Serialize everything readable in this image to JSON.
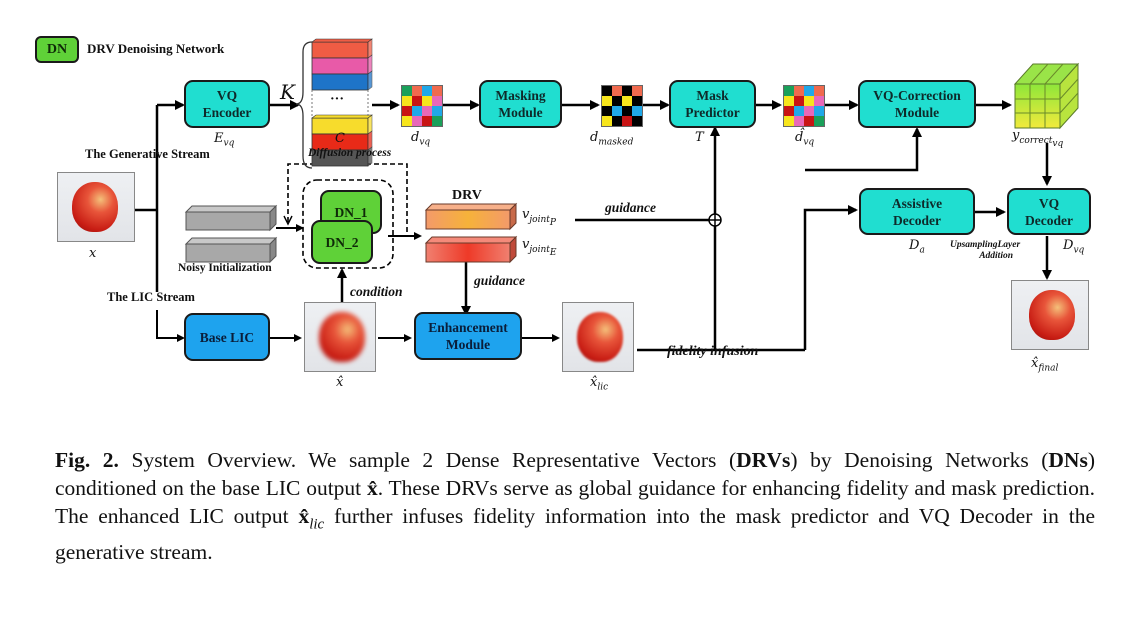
{
  "legend": {
    "badge": "DN",
    "text": "DRV Denoising Network"
  },
  "streams": {
    "generative": "The Generative Stream",
    "lic": "The LIC Stream"
  },
  "blocks": {
    "vq_encoder": {
      "line1": "VQ",
      "line2": "Encoder",
      "symbol": "E",
      "sub": "vq"
    },
    "masking_module": {
      "line1": "Masking",
      "line2": "Module"
    },
    "mask_predictor": {
      "line1": "Mask",
      "line2": "Predictor",
      "symbol": "T"
    },
    "vq_correction": {
      "line1": "VQ-Correction",
      "line2": "Module"
    },
    "assistive_decoder": {
      "line1": "Assistive",
      "line2": "Decoder",
      "symbol": "D",
      "sub": "a"
    },
    "vq_decoder": {
      "line1": "VQ",
      "line2": "Decoder",
      "symbol": "D",
      "sub": "vq"
    },
    "base_lic": {
      "label": "Base LIC"
    },
    "enhancement": {
      "line1": "Enhancement",
      "line2": "Module"
    },
    "dn1": "DN_1",
    "dn2": "DN_2"
  },
  "labels": {
    "K": "K",
    "codebook": "C",
    "codebook_dots": "···",
    "diffusion": "Diffusion process",
    "noisy_init": "Noisy Initialization",
    "drv": "DRV",
    "v_joint": "v",
    "v_joint_sub": "joint",
    "v_P": "P",
    "v_E": "E",
    "guidance_top": "guidance",
    "guidance_down": "guidance",
    "condition": "condition",
    "fidelity": "fidelity infusion",
    "upsampling_1": "UpsamplingLayer",
    "upsampling_2": "Addition",
    "d_vq": "d",
    "d_vq_sub": "vq",
    "d_masked": "d",
    "d_masked_sub": "masked",
    "d_hat": "d̂",
    "d_hat_sub": "vq",
    "y_correct": "y",
    "y_correct_sub": "correct",
    "y_correct_subsub": "vq",
    "x": "x",
    "x_hat": "x̂",
    "x_lic": "x̂",
    "x_lic_sub": "lic",
    "x_final": "x̂",
    "x_final_sub": "final"
  },
  "token_grids": {
    "d_vq": [
      "#1aa05a",
      "#f06a4e",
      "#20a8e8",
      "#f06a4e",
      "#f7e51c",
      "#c81414",
      "#f7e51c",
      "#e868b8",
      "#c81414",
      "#20a8e8",
      "#e868b8",
      "#20a8e8",
      "#f7e51c",
      "#e868b8",
      "#c81414",
      "#1aa05a"
    ],
    "d_masked": [
      "#000000",
      "#f06a4e",
      "#000000",
      "#f06a4e",
      "#f7e51c",
      "#000000",
      "#f7e51c",
      "#000000",
      "#000000",
      "#20a8e8",
      "#000000",
      "#20a8e8",
      "#f7e51c",
      "#000000",
      "#c81414",
      "#000000"
    ],
    "d_hat": [
      "#1aa05a",
      "#f06a4e",
      "#20a8e8",
      "#f06a4e",
      "#f7e51c",
      "#c81414",
      "#f7e51c",
      "#e868b8",
      "#c81414",
      "#20a8e8",
      "#e868b8",
      "#20a8e8",
      "#f7e51c",
      "#e868b8",
      "#c81414",
      "#1aa05a"
    ]
  },
  "codebook_colors": [
    "#f05c44",
    "#e85aa8",
    "#1e74c8",
    "#f7dc2c",
    "#e82a18",
    "#555555"
  ],
  "caption": {
    "fig": "Fig. 2.",
    "t1": " System Overview. We sample 2 Dense Representative Vectors (",
    "b1": "DRVs",
    "t2": ") by Denoising Networks (",
    "b2": "DNs",
    "t3": ") conditioned on the base LIC output ",
    "b3": "x̂",
    "t4": ". These DRVs serve as global guidance for enhancing fidelity and mask prediction. The enhanced LIC output ",
    "b4": "x̂",
    "sub4": "lic",
    "t5": " further infuses fidelity information into the mask predictor and VQ Decoder in the generative stream."
  }
}
